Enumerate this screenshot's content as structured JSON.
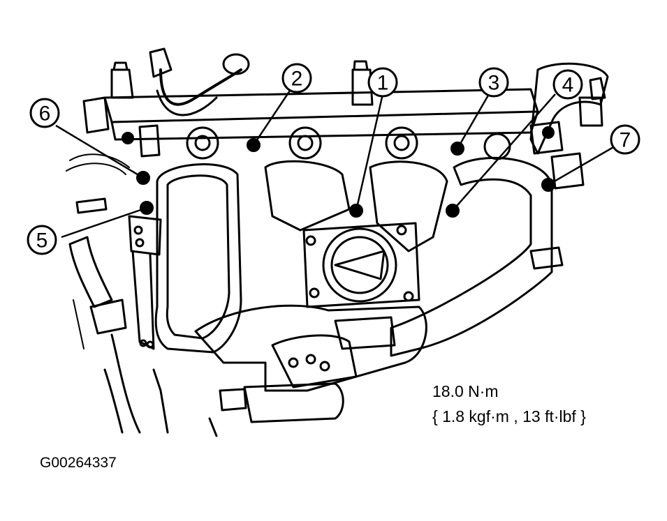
{
  "figure_id": "G00264337",
  "torque": {
    "value": "18.0 N·m",
    "alternate": "{ 1.8 kgf·m , 13 ft·lbf }"
  },
  "callouts": [
    {
      "num": "1"
    },
    {
      "num": "2"
    },
    {
      "num": "3"
    },
    {
      "num": "4"
    },
    {
      "num": "5"
    },
    {
      "num": "6"
    },
    {
      "num": "7"
    }
  ],
  "colors": {
    "line": "#000000",
    "background": "#ffffff"
  }
}
